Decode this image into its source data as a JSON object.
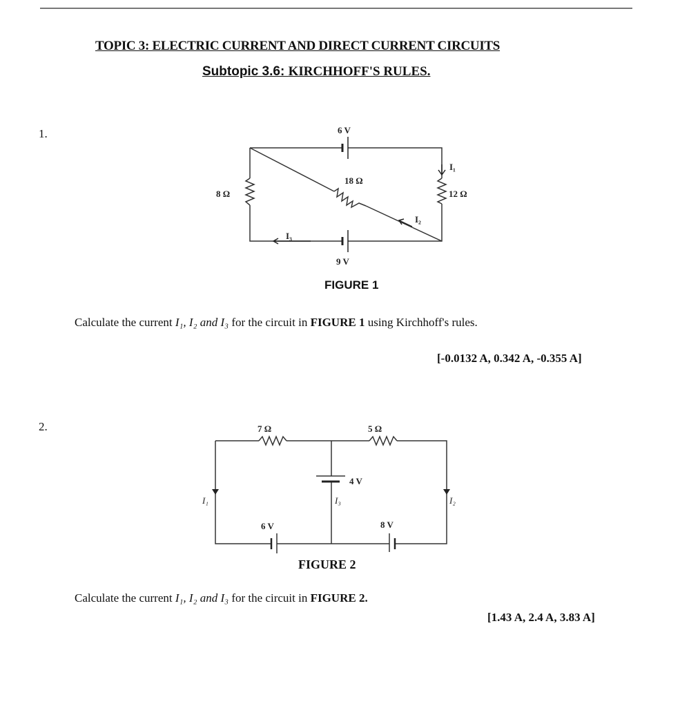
{
  "header": {
    "topic": "TOPIC 3: ELECTRIC CURRENT AND DIRECT CURRENT CIRCUITS",
    "subtopic_prefix": "Subtopic 3.6: ",
    "subtopic": "KIRCHHOFF'S RULES."
  },
  "questions": [
    {
      "number": "1.",
      "figure": {
        "caption": "FIGURE 1",
        "labels": {
          "v_top": "6 V",
          "v_bottom": "9 V",
          "r_left": "8 Ω",
          "r_diag": "18 Ω",
          "r_right": "12 Ω",
          "i1": "I₁",
          "i2": "I₂",
          "i3": "I₃"
        }
      },
      "text_pre": "Calculate the current ",
      "text_vars": "I₁, I₂ and I₃",
      "text_mid": " for the circuit in ",
      "text_fig": "FIGURE 1",
      "text_post": " using Kirchhoff's rules.",
      "answer": "[-0.0132 A, 0.342 A, -0.355 A]"
    },
    {
      "number": "2.",
      "figure": {
        "caption": "FIGURE 2",
        "labels": {
          "r_left": "7 Ω",
          "r_right": "5 Ω",
          "v_mid": "4 V",
          "v_left": "6 V",
          "v_right": "8 V",
          "i1": "I₁",
          "i2": "I₂",
          "i3": "I₃"
        }
      },
      "text_pre": "Calculate the current ",
      "text_vars": "I₁, I₂ and I₃",
      "text_mid": " for the circuit in ",
      "text_fig": "FIGURE 2.",
      "answer": "[1.43 A, 2.4 A, 3.83 A]"
    }
  ]
}
